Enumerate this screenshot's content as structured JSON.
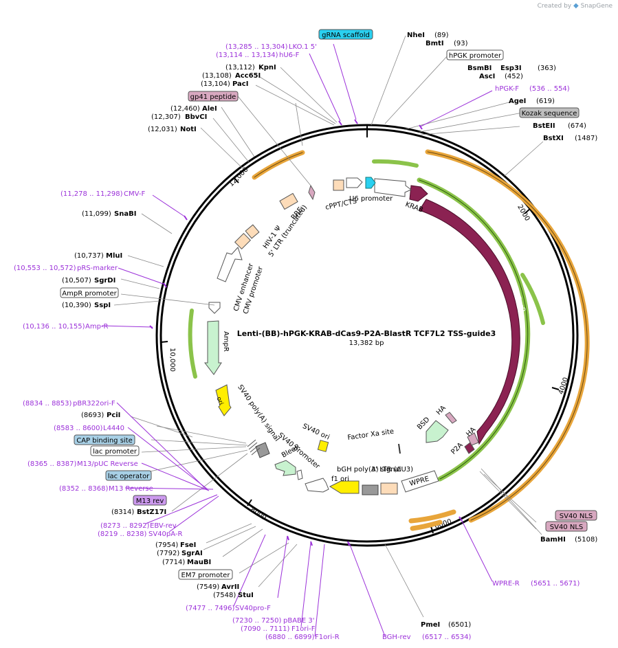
{
  "branding": {
    "created_by": "Created by",
    "app": "SnapGene"
  },
  "plasmid": {
    "name": "Lenti-(BB)-hPGK-KRAB-dCas9-P2A-BlastR TCF7L2 TSS-guide3",
    "size": "13,382 bp"
  },
  "ruler": [
    "2000",
    "4000",
    "6000",
    "8000",
    "10,000",
    "12,000"
  ],
  "sites": [
    {
      "name": "NheI",
      "pos": "(89)"
    },
    {
      "name": "BmtI",
      "pos": "(93)"
    },
    {
      "name": "BsmBI",
      "name2": "Esp3I",
      "pos": "(363)"
    },
    {
      "name": "AscI",
      "pos": "(452)"
    },
    {
      "name": "AgeI",
      "pos": "(619)"
    },
    {
      "name": "BstEII",
      "pos": "(674)"
    },
    {
      "name": "BstXI",
      "pos": "(1487)"
    },
    {
      "name": "BamHI",
      "pos": "(5108)"
    },
    {
      "name": "PmeI",
      "pos": "(6501)"
    },
    {
      "name": "StuI",
      "pos": "(7548)"
    },
    {
      "name": "AvrII",
      "pos": "(7549)"
    },
    {
      "name": "MauBI",
      "pos": "(7714)"
    },
    {
      "name": "SgrAI",
      "pos": "(7792)"
    },
    {
      "name": "FseI",
      "pos": "(7954)"
    },
    {
      "name": "BstZ17I",
      "pos": "(8314)"
    },
    {
      "name": "PciI",
      "pos": "(8693)"
    },
    {
      "name": "SspI",
      "pos": "(10,390)"
    },
    {
      "name": "SgrDI",
      "pos": "(10,507)"
    },
    {
      "name": "MluI",
      "pos": "(10,737)"
    },
    {
      "name": "SnaBI",
      "pos": "(11,099)"
    },
    {
      "name": "NotI",
      "pos": "(12,031)"
    },
    {
      "name": "BbvCI",
      "pos": "(12,307)"
    },
    {
      "name": "AleI",
      "pos": "(12,460)"
    },
    {
      "name": "PacI",
      "pos": "(13,104)"
    },
    {
      "name": "Acc65I",
      "pos": "(13,108)"
    },
    {
      "name": "KpnI",
      "pos": "(13,112)"
    }
  ],
  "primers": [
    {
      "name": "LKO.1 5'",
      "pos": "(13,285 .. 13,304)"
    },
    {
      "name": "hU6-F",
      "pos": "(13,114 .. 13,134)"
    },
    {
      "name": "hPGK-F",
      "pos": "(536 .. 554)"
    },
    {
      "name": "CMV-F",
      "pos": "(11,278 .. 11,298)"
    },
    {
      "name": "pRS-marker",
      "pos": "(10,553 .. 10,572)"
    },
    {
      "name": "Amp-R",
      "pos": "(10,136 .. 10,155)"
    },
    {
      "name": "pBR322ori-F",
      "pos": "(8834 .. 8853)"
    },
    {
      "name": "L4440",
      "pos": "(8583 .. 8600)"
    },
    {
      "name": "M13/pUC Reverse",
      "pos": "(8365 .. 8387)"
    },
    {
      "name": "M13 Reverse",
      "pos": "(8352 .. 8368)"
    },
    {
      "name": "EBV-rev",
      "pos": "(8273 .. 8292)"
    },
    {
      "name": "SV40pA-R",
      "pos": "(8219 .. 8238)"
    },
    {
      "name": "SV40pro-F",
      "pos": "(7477 .. 7496)"
    },
    {
      "name": "pBABE 3'",
      "pos": "(7230 .. 7250)"
    },
    {
      "name": "F1ori-F",
      "pos": "(7090 .. 7111)"
    },
    {
      "name": "F1ori-R",
      "pos": "(6880 .. 6899)"
    },
    {
      "name": "BGH-rev",
      "pos": "(6517 .. 6534)"
    },
    {
      "name": "WPRE-R",
      "pos": "(5651 .. 5671)"
    }
  ],
  "boxed_labels": {
    "gRNA_scaffold": "gRNA scaffold",
    "hPGK_promoter": "hPGK promoter",
    "Kozak": "Kozak sequence",
    "gp41": "gp41 peptide",
    "AmpR_promoter": "AmpR promoter",
    "CAP": "CAP binding site",
    "lac_promoter": "lac promoter",
    "lac_operator": "lac operator",
    "M13_rev": "M13 rev",
    "EM7": "EM7 promoter",
    "SV40_NLS_1": "SV40 NLS",
    "SV40_NLS_2": "SV40 NLS"
  },
  "features": {
    "U6_promoter": "U6 promoter",
    "cPPT": "cPPT/CTS",
    "KRAB": "KRAB",
    "Cas9": "Cas9",
    "RRE": "RRE",
    "HIV": "HIV-1 Ψ",
    "LTR5": "5' LTR (truncated)",
    "CMV_enh": "CMV enhancer",
    "CMV_pro": "CMV promoter",
    "AmpR": "AmpR",
    "ori": "ori",
    "SV40_polyA": "SV40 poly(A) signal",
    "SV40_pro": "SV40 promoter",
    "BleoR": "BleoR",
    "SV40_ori": "SV40 ori",
    "FactorXa": "Factor Xa site",
    "BSD": "BSD",
    "HA1": "HA",
    "P2A": "P2A",
    "HA2": "HA",
    "bGH": "bGH poly(A) signal",
    "f1ori": "f1 ori",
    "LTR3": "3' LTR (ΔU3)",
    "WPRE": "WPRE"
  },
  "colors": {
    "site": "#000000",
    "primer": "#9b30d9",
    "line": "#777777",
    "cas9": "#8b2252",
    "orange": "#e8a53a",
    "green": "#8bc34a",
    "yellow": "#ffee00",
    "mint": "#c8f2cf",
    "peach": "#fddcb9",
    "cyan": "#2ad0f0",
    "pink": "#d8a8c0",
    "gray": "#999999",
    "lightblue": "#a8d0e6"
  }
}
